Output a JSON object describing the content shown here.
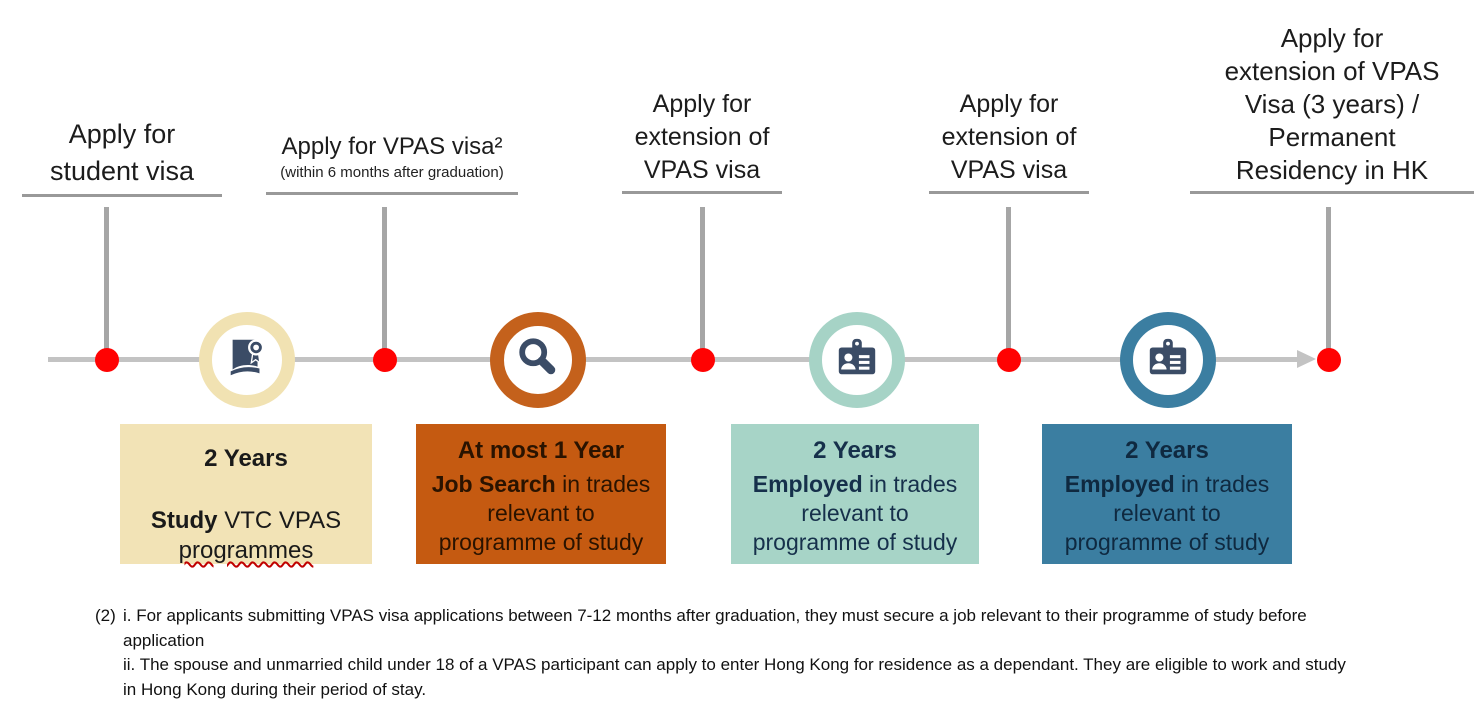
{
  "milestones": [
    {
      "lines": [
        "Apply for",
        "student visa"
      ]
    },
    {
      "lines": [
        "Apply for VPAS visa²"
      ],
      "note": "(within 6 months after graduation)"
    },
    {
      "lines": [
        "Apply for",
        "extension of",
        "VPAS visa"
      ]
    },
    {
      "lines": [
        "Apply for",
        "extension of",
        "VPAS visa"
      ]
    },
    {
      "lines": [
        "Apply for",
        "extension of VPAS",
        "Visa (3 years) /",
        "Permanent",
        "Residency in HK"
      ]
    }
  ],
  "stages": [
    {
      "duration": "2 Years",
      "action": "Study",
      "detail_mid": " VTC VPAS ",
      "detail_squiggle": "programmes",
      "icon": "certificate-icon",
      "color": "#F2E3B6"
    },
    {
      "duration": "At most 1 Year",
      "action": "Job Search",
      "detail": " in trades relevant to programme of study",
      "icon": "magnifier-icon",
      "color": "#C55A11"
    },
    {
      "duration": "2 Years",
      "action": "Employed",
      "detail": " in trades relevant to programme of study",
      "icon": "id-badge-icon",
      "color": "#A7D4C7"
    },
    {
      "duration": "2 Years",
      "action": "Employed",
      "detail": " in trades relevant to programme of study",
      "icon": "id-badge-icon",
      "color": "#3B7EA1"
    }
  ],
  "footnote": {
    "marker": "(2)",
    "item_i": "i. For applicants submitting VPAS visa applications between 7-12 months after graduation, they must secure a job relevant to their programme of study before application",
    "item_ii": "ii. The spouse and unmarried child under 18 of a VPAS participant can apply to enter Hong Kong for residence as a dependant. They are eligible to work and study in Hong Kong during their period of stay."
  },
  "colors": {
    "milestone_dot": "#FF0202",
    "timeline_line": "#C3C3C3",
    "connector_line": "#A6A6A6",
    "label_underline": "#999999",
    "icon_navy": "#3B4C66",
    "stage_cream": "#F2E3B6",
    "stage_orange": "#C55A11",
    "stage_mint": "#A7D4C7",
    "stage_blue": "#3B7EA1"
  }
}
